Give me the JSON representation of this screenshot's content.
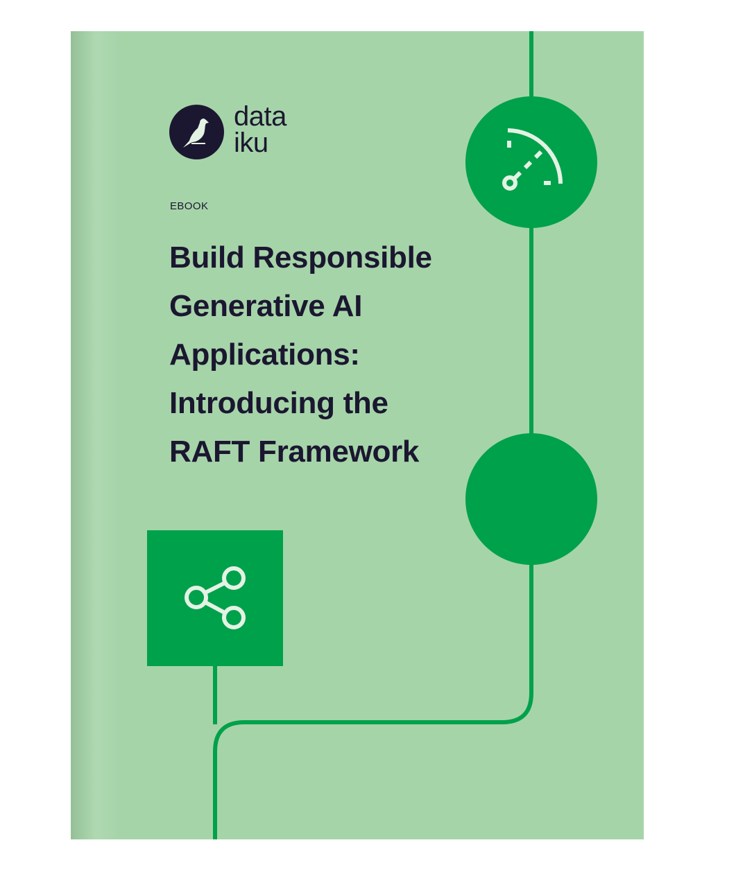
{
  "brand": {
    "name_line1": "data",
    "name_line2": "iku"
  },
  "label": "EBOOK",
  "title_lines": [
    "Build Responsible",
    "Generative AI",
    "Applications:",
    "Introducing the",
    "RAFT Framework"
  ],
  "icons": {
    "gauge": "gauge-icon",
    "share": "share-icon",
    "logo": "bird-logo-icon"
  },
  "colors": {
    "cover_background": "#a6d4a9",
    "accent_green": "#00a14b",
    "text_dark": "#1b1730",
    "icon_light": "#e4f2e4"
  }
}
